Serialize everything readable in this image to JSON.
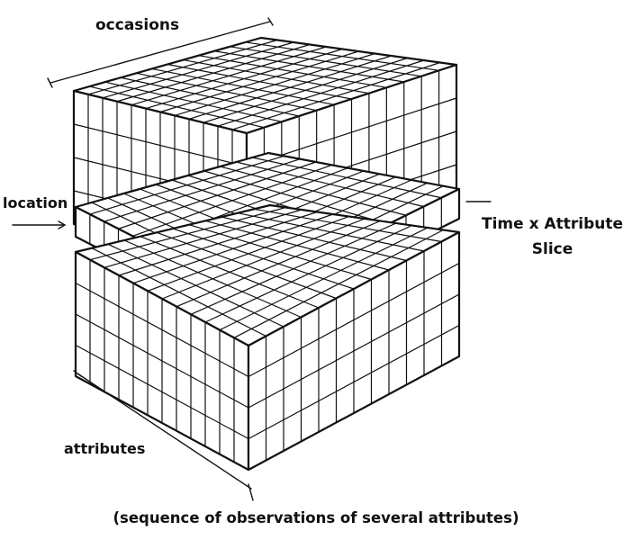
{
  "labels": {
    "occasions": "occasions",
    "location": "location",
    "slice_line1": "Time x Attribute",
    "slice_line2": "Slice",
    "attributes": "attributes",
    "caption": "(sequence of observations of several attributes)"
  },
  "grid": {
    "columns_along_attributes": 12,
    "columns_along_occasions": 12,
    "top_block_layers": 4,
    "slice_layers": 1,
    "bottom_block_layers": 4
  },
  "colors": {
    "line": "#111111",
    "background": "#ffffff"
  }
}
